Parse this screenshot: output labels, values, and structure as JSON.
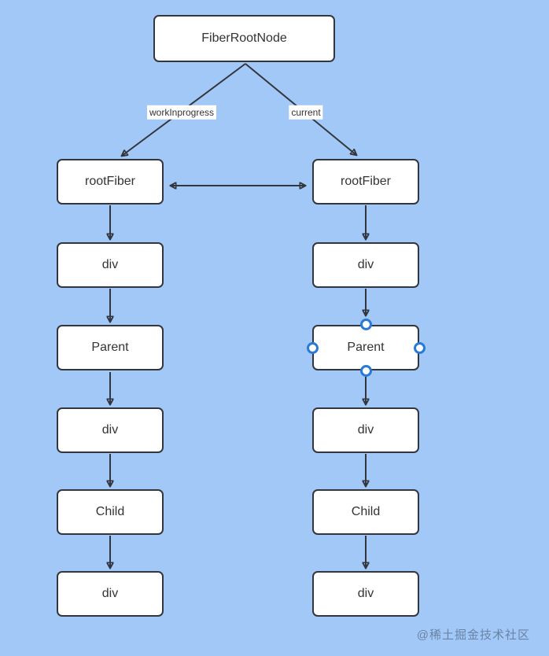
{
  "page": {
    "watermark": "@稀土掘金技术社区"
  },
  "colors": {
    "background": "#a2c8f7",
    "node_fill": "#ffffff",
    "node_border": "#33363d",
    "arrow": "#33363d",
    "text": "#333333",
    "selection_handle": "#2979d9"
  },
  "nodes": {
    "fiber_root": "FiberRootNode",
    "left": [
      "rootFiber",
      "div",
      "Parent",
      "div",
      "Child",
      "div"
    ],
    "right": [
      "rootFiber",
      "div",
      "Parent",
      "div",
      "Child",
      "div"
    ]
  },
  "edges": {
    "left_label": "workInprogress",
    "right_label": "current"
  }
}
